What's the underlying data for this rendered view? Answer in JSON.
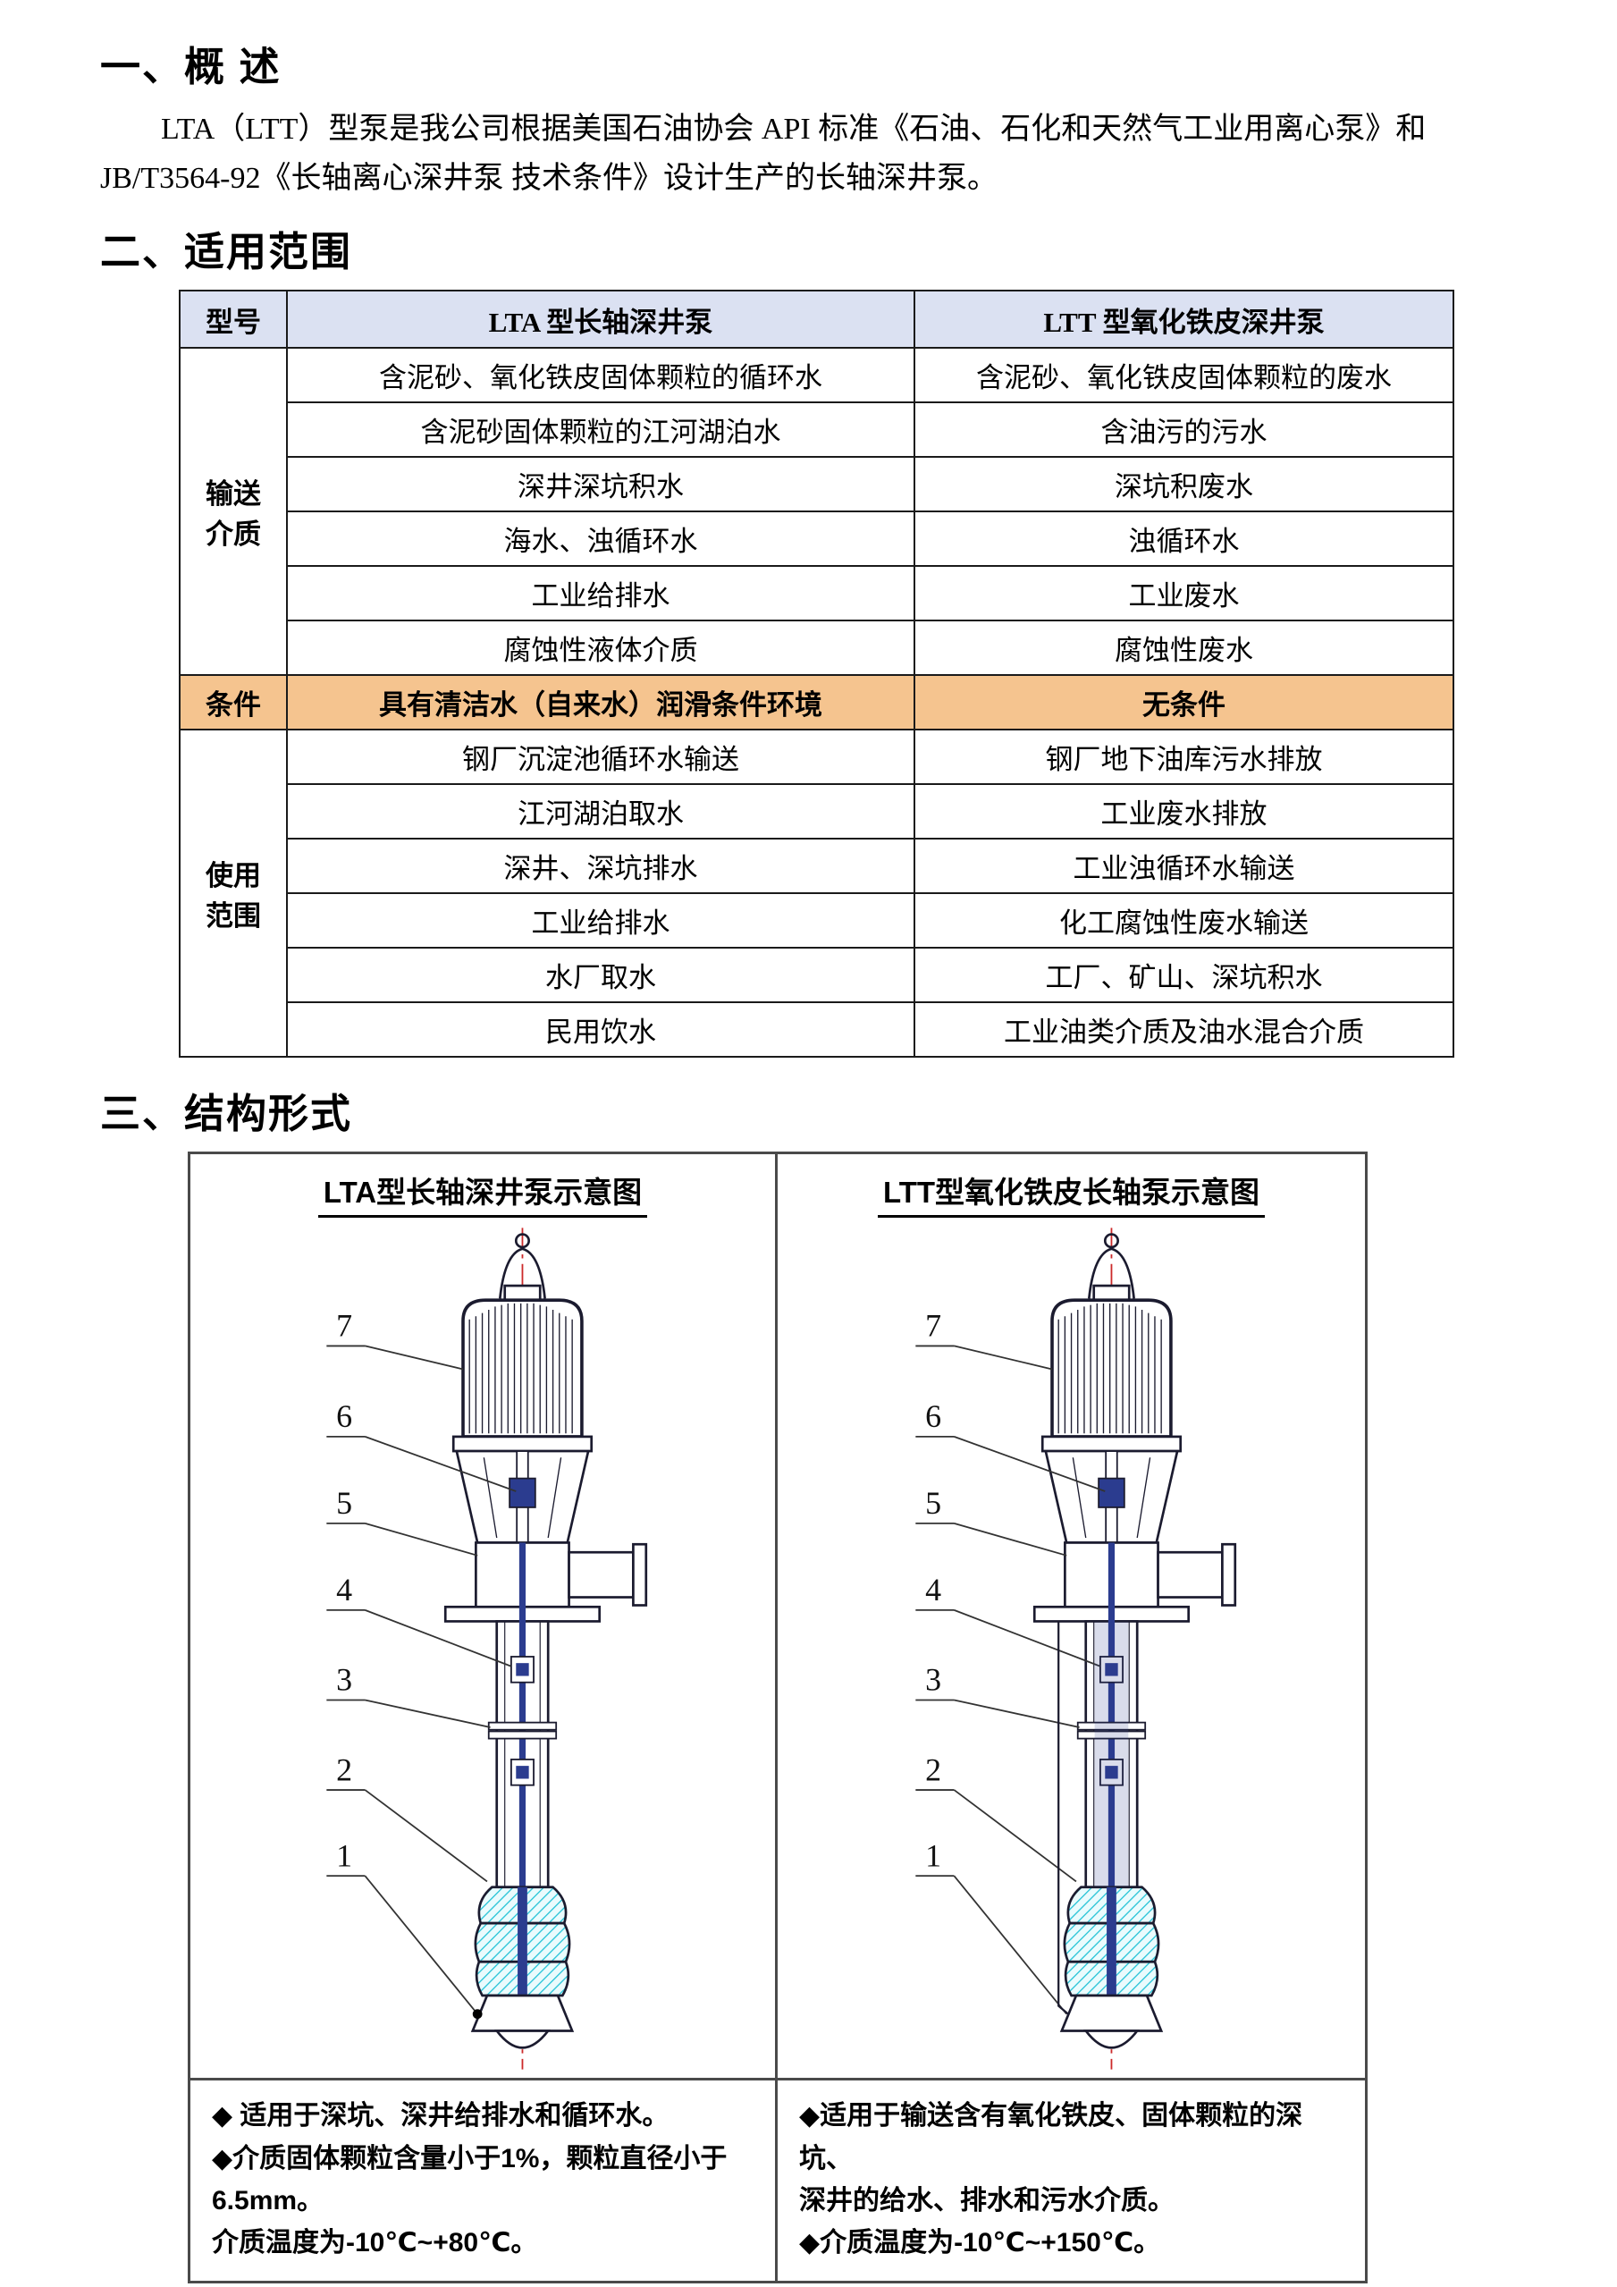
{
  "doc": {
    "s1_title": "一、概 述",
    "s1_para": "LTA（LTT）型泵是我公司根据美国石油协会 API 标准《石油、石化和天然气工业用离心泵》和JB/T3564-92《长轴离心深井泵 技术条件》设计生产的长轴深井泵。",
    "s2_title": "二、适用范围",
    "s3_title": "三、结构形式"
  },
  "table": {
    "header": [
      "型号",
      "LTA 型长轴深井泵",
      "LTT 型氧化铁皮深井泵"
    ],
    "medium_label": "输送\n介质",
    "medium_rows": [
      [
        "含泥砂、氧化铁皮固体颗粒的循环水",
        "含泥砂、氧化铁皮固体颗粒的废水"
      ],
      [
        "含泥砂固体颗粒的江河湖泊水",
        "含油污的污水"
      ],
      [
        "深井深坑积水",
        "深坑积废水"
      ],
      [
        "海水、浊循环水",
        "浊循环水"
      ],
      [
        "工业给排水",
        "工业废水"
      ],
      [
        "腐蚀性液体介质",
        "腐蚀性废水"
      ]
    ],
    "condition_label": "条件",
    "condition_row": [
      "具有清洁水（自来水）润滑条件环境",
      "无条件"
    ],
    "usage_label": "使用\n范围",
    "usage_rows": [
      [
        "钢厂沉淀池循环水输送",
        "钢厂地下油库污水排放"
      ],
      [
        "江河湖泊取水",
        "工业废水排放"
      ],
      [
        "深井、深坑排水",
        "工业浊循环水输送"
      ],
      [
        "工业给排水",
        "化工腐蚀性废水输送"
      ],
      [
        "水厂取水",
        "工厂、矿山、深坑积水"
      ],
      [
        "民用饮水",
        "工业油类介质及油水混合介质"
      ]
    ]
  },
  "figure": {
    "left_title": "LTA型长轴深井泵示意图",
    "right_title": "LTT型氧化铁皮长轴泵示意图",
    "callouts": [
      "1",
      "2",
      "3",
      "4",
      "5",
      "6",
      "7"
    ],
    "left_notes": [
      "◆ 适用于深坑、深井给排水和循环水。",
      "◆介质固体颗粒含量小于1%，颗粒直径小于6.5mm。",
      "介质温度为-10℃~+80℃。"
    ],
    "right_notes": [
      "◆适用于输送含有氧化铁皮、固体颗粒的深坑、",
      "深井的给水、排水和污水介质。",
      "◆介质温度为-10℃~+150℃。"
    ],
    "colors": {
      "centerline": "#cc2a2a",
      "hatch": "#2bc5d8",
      "shaft": "#2b3c8f",
      "outline": "#1b1b2f"
    }
  }
}
